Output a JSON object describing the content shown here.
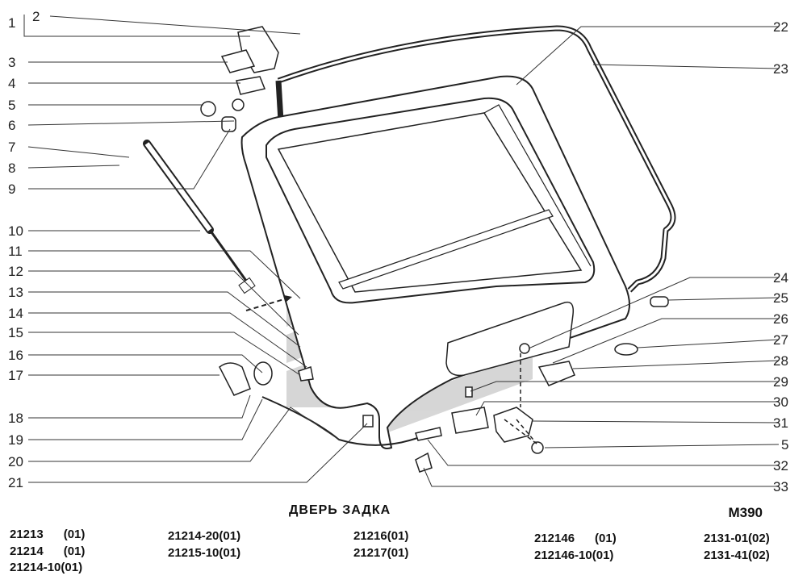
{
  "title": "ДВЕРЬ ЗАДКА",
  "code": "M390",
  "callouts_left": [
    "1",
    "2",
    "3",
    "4",
    "5",
    "6",
    "7",
    "8",
    "9",
    "10",
    "11",
    "12",
    "13",
    "14",
    "15",
    "16",
    "17",
    "18",
    "19",
    "20",
    "21"
  ],
  "callouts_right": [
    "22",
    "23",
    "24",
    "25",
    "26",
    "27",
    "28",
    "29",
    "30",
    "31",
    "5",
    "32",
    "33"
  ],
  "models": [
    [
      "21213      (01)",
      "21214      (01)",
      "21214-10(01)"
    ],
    [
      "21214-20(01)",
      "21215-10(01)"
    ],
    [
      "21216(01)",
      "21217(01)"
    ],
    [
      "212146      (01)",
      "212146-10(01)"
    ],
    [
      "2131-01(02)",
      "2131-41(02)"
    ]
  ]
}
